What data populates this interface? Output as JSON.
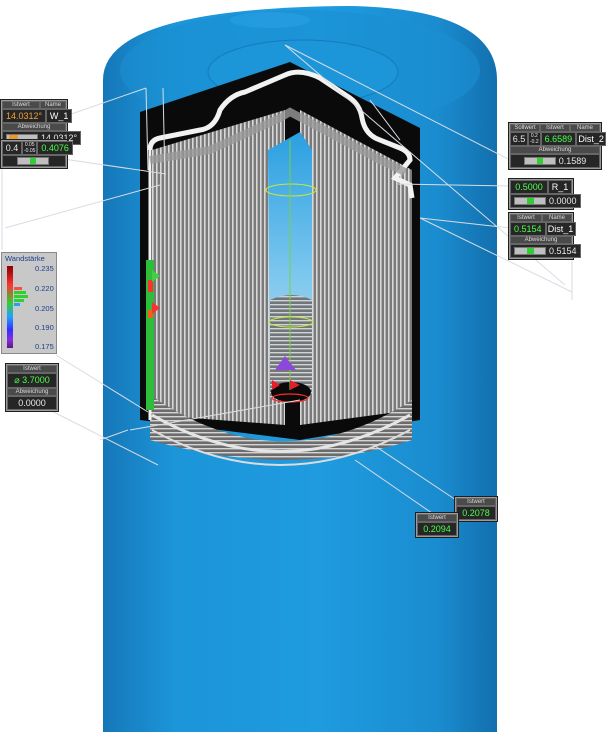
{
  "colors": {
    "cylinder": "#1a96d8",
    "panel_bg": "#3a3a3a",
    "highlight_green": "#4cff4c",
    "highlight_orange": "#f2a23a"
  },
  "angle_panel": {
    "col1_header": "Istwert",
    "col2_header": "Name",
    "value": "14.0312°",
    "name": "W_1",
    "dev_header": "Abweichung",
    "deviation": "14.0312°",
    "tol_value": "0.4",
    "tol_plus": "0.05",
    "tol_minus": "-0.05",
    "tol_measured": "0.4076"
  },
  "legend": {
    "title": "Wandstärke",
    "ticks": [
      "0.235",
      "0.220",
      "0.205",
      "0.190",
      "0.175"
    ]
  },
  "diameter_panel": {
    "header": "Istwert",
    "value": "⌀ 3.7000",
    "dev_header": "Abweichung",
    "deviation": "0.0000"
  },
  "dist2_panel": {
    "h_sollwert": "Sollwert",
    "h_istwert": "Istwert",
    "h_name": "Name",
    "sollwert": "6.5",
    "tol_plus": "0.2",
    "tol_minus": "-0.2",
    "istwert": "6.6589",
    "name": "Dist_2",
    "dev_header": "Abweichung",
    "deviation": "0.1589"
  },
  "r1_panel": {
    "value": "0.5000",
    "name": "R_1",
    "deviation": "0.0000"
  },
  "dist1_panel": {
    "h_istwert": "Istwert",
    "h_name": "Name",
    "istwert": "0.5154",
    "name": "Dist_1",
    "dev_header": "Abweichung",
    "deviation": "0.5154"
  },
  "thick1_panel": {
    "header": "Istwert",
    "value": "0.2078"
  },
  "thick2_panel": {
    "header": "Istwert",
    "value": "0.2094"
  }
}
